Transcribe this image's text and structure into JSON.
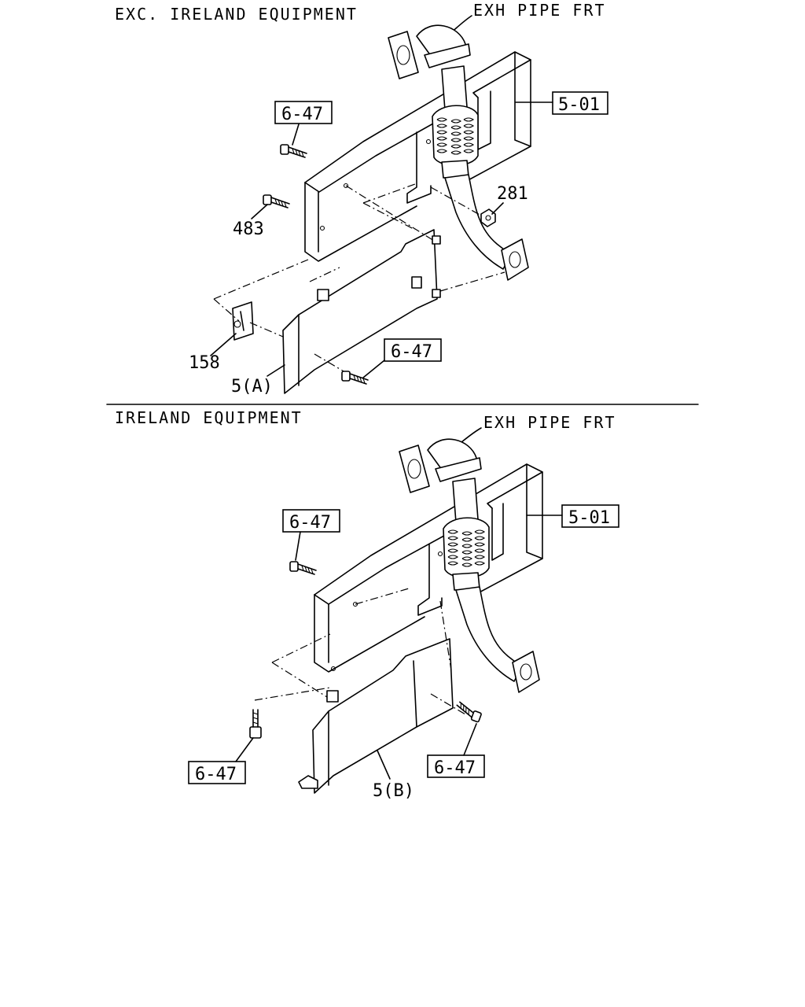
{
  "sections": [
    {
      "title": "EXC. IRELAND EQUIPMENT",
      "pipe_label": "EXH PIPE FRT",
      "refs": {
        "frame": "5-01",
        "bolt_top": "6-47",
        "bolt_bottom": "6-47"
      },
      "parts": {
        "bolt": "483",
        "nut": "281",
        "bracket": "158",
        "cover": "5(A)"
      }
    },
    {
      "title": "IRELAND EQUIPMENT",
      "pipe_label": "EXH PIPE FRT",
      "refs": {
        "frame": "5-01",
        "bolt_top": "6-47",
        "bolt_left": "6-47",
        "bolt_right": "6-47"
      },
      "parts": {
        "cover": "5(B)"
      }
    }
  ]
}
